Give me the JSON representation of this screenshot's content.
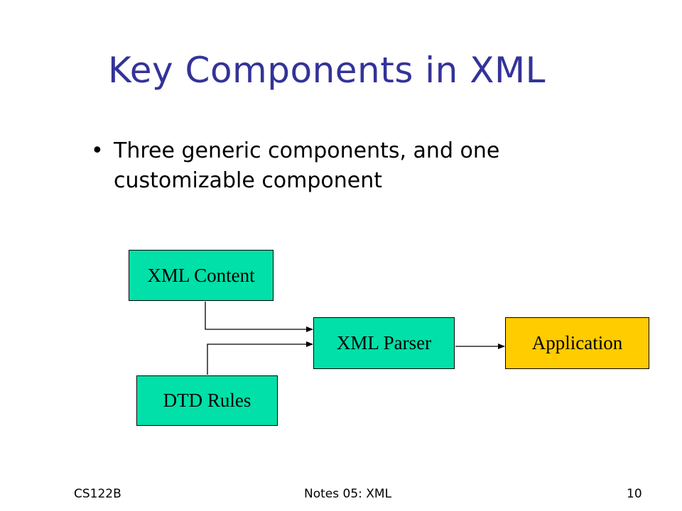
{
  "slide": {
    "title": "Key Components in XML",
    "bullets": [
      "Three generic components, and one customizable component"
    ],
    "bullet_symbol": "•"
  },
  "diagram": {
    "nodes": {
      "content": "XML Content",
      "parser": "XML Parser",
      "application": "Application",
      "dtd": "DTD Rules"
    },
    "colors": {
      "component": "#00e0a8",
      "custom": "#ffcc00",
      "title": "#333399"
    }
  },
  "footer": {
    "left": "CS122B",
    "center": "Notes 05: XML",
    "right": "10"
  }
}
